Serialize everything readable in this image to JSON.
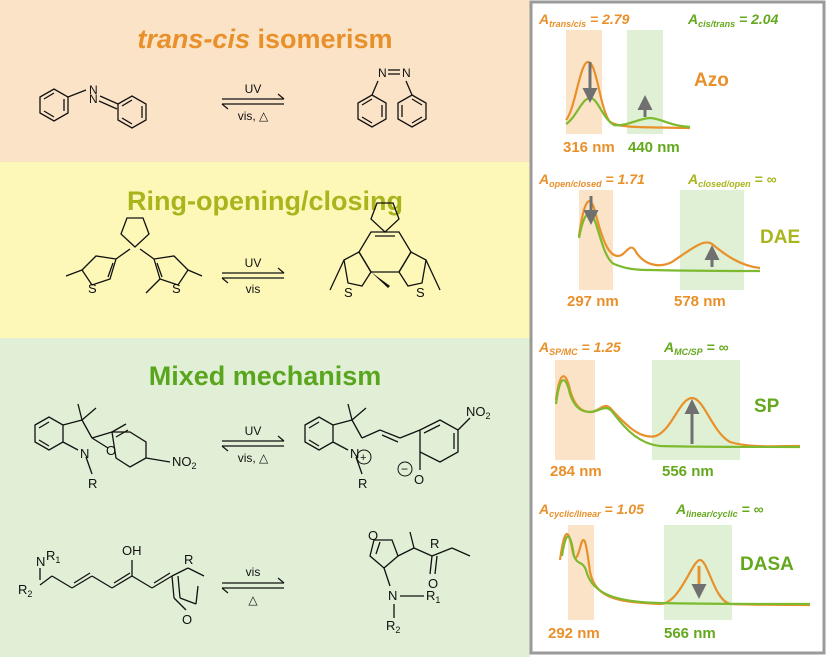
{
  "sections": [
    {
      "title": "trans-cis isomerism",
      "title_em": "trans-cis",
      "title_rest": " isomerism",
      "color": "#e8902a",
      "bg": "#fbe3c7",
      "arrow_top": "UV",
      "arrow_bottom": "vis, △"
    },
    {
      "title": "Ring-opening/closing",
      "color": "#a8b51c",
      "bg": "#fdf8b8",
      "arrow_top": "UV",
      "arrow_bottom": "vis"
    },
    {
      "title": "Mixed mechanism",
      "color": "#5aa51e",
      "bg": "#e1efd6",
      "arrow_top": "UV",
      "arrow_bottom": "vis, △",
      "arrow2_top": "vis",
      "arrow2_bottom": "△"
    }
  ],
  "atoms": {
    "N": "N",
    "S": "S",
    "O": "O",
    "OH": "OH",
    "R": "R",
    "R1": "R",
    "R1_sub": "1",
    "R2": "R",
    "R2_sub": "2",
    "NO2": "NO",
    "NO2_sub": "2",
    "plus": "+",
    "minus": "−"
  },
  "panels": [
    {
      "name": "Azo",
      "a1_sub": "trans/cis",
      "a1_val": " = 2.79",
      "a2_sub": "cis/trans",
      "a2_val": " = 2.04",
      "wl1": "316 nm",
      "wl2": "440 nm"
    },
    {
      "name": "DAE",
      "a1_sub": "open/closed",
      "a1_val": " = 1.71",
      "a2_sub": "closed/open",
      "a2_val": " = ∞",
      "wl1": "297 nm",
      "wl2": "578 nm"
    },
    {
      "name": "SP",
      "a1_sub": "SP/MC",
      "a1_val": " = 1.25",
      "a2_sub": "MC/SP",
      "a2_val": " = ∞",
      "wl1": "284 nm",
      "wl2": "556 nm"
    },
    {
      "name": "DASA",
      "a1_sub": "cyclic/linear",
      "a1_val": " = 1.05",
      "a2_sub": "linear/cyclic",
      "a2_val": " = ∞",
      "wl1": "292 nm",
      "wl2": "566 nm"
    }
  ],
  "labels": {
    "A": "A"
  },
  "colors": {
    "orange": "#e8902a",
    "green": "#64a81e",
    "orange_band": "#fbe3c7",
    "green_band": "#dff0d4",
    "frame": "#9a9a9a"
  }
}
